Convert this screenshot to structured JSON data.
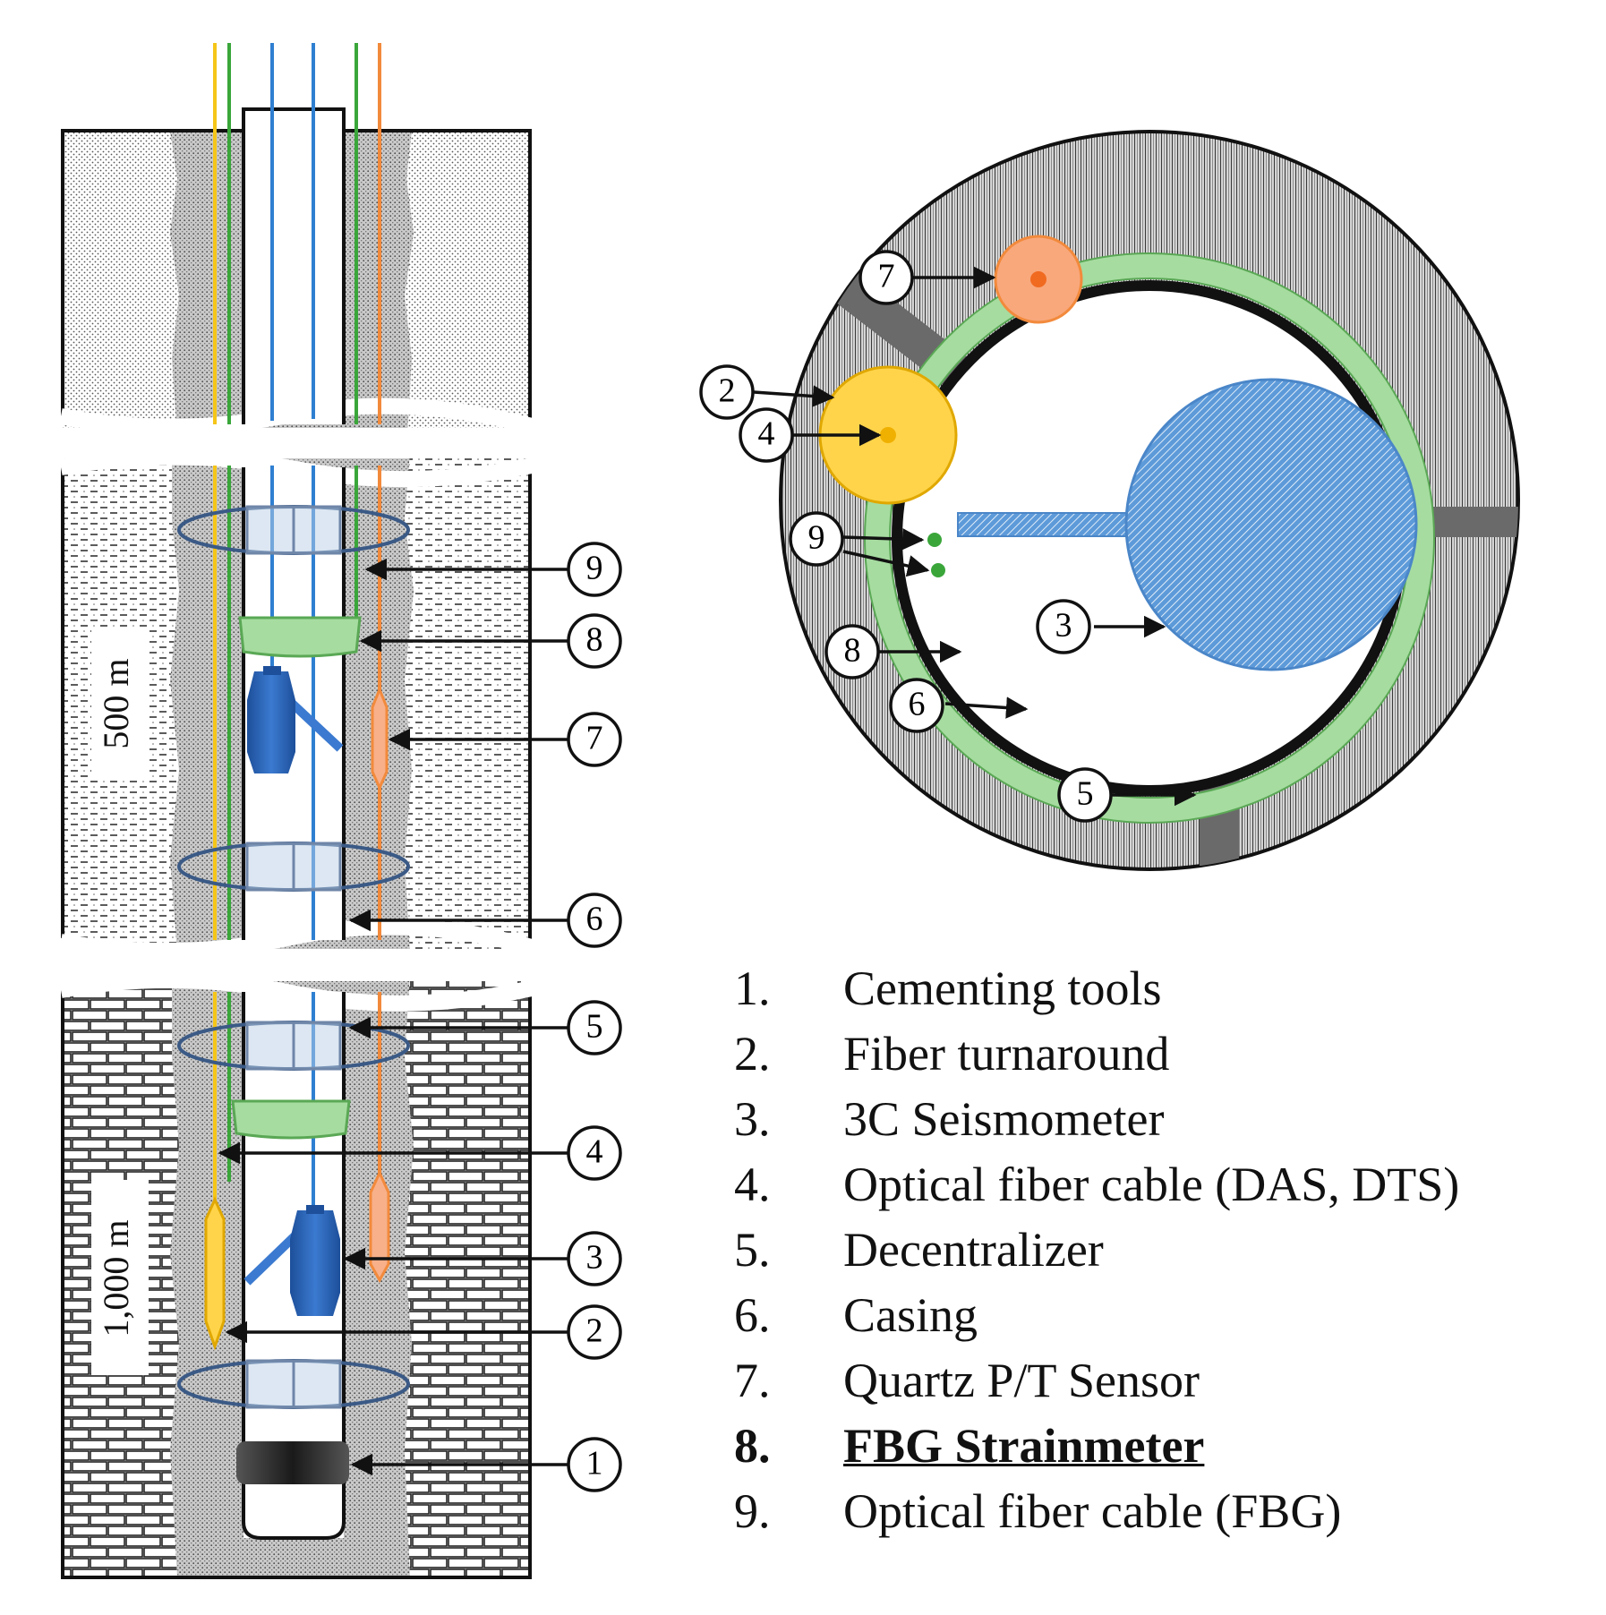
{
  "depth_labels": {
    "upper": "500 m",
    "lower": "1,000 m"
  },
  "callouts_left": [
    "9",
    "8",
    "7",
    "6",
    "5",
    "4",
    "3",
    "2",
    "1"
  ],
  "callouts_cross_section": [
    "7",
    "2",
    "4",
    "9",
    "3",
    "8",
    "6",
    "5"
  ],
  "legend": {
    "items": [
      {
        "num": "1.",
        "text": "Cementing tools"
      },
      {
        "num": "2.",
        "text": "Fiber turnaround"
      },
      {
        "num": "3.",
        "text": "3C Seismometer"
      },
      {
        "num": "4.",
        "text": "Optical fiber cable (DAS, DTS)"
      },
      {
        "num": "5.",
        "text": "Decentralizer"
      },
      {
        "num": "6.",
        "text": "Casing"
      },
      {
        "num": "7.",
        "text": "Quartz P/T Sensor"
      },
      {
        "num": "8.",
        "text": "FBG Strainmeter"
      },
      {
        "num": "9.",
        "text": "Optical fiber cable (FBG)"
      }
    ]
  },
  "colors": {
    "das_dts_fiber": "#f5c518",
    "fbg_fiber": "#3aa63a",
    "seismometer_cable": "#2f7fd1",
    "pt_sensor": "#f28a3c",
    "strainmeter": "#a6dca0",
    "decentralizer": "#6a6a6a"
  }
}
